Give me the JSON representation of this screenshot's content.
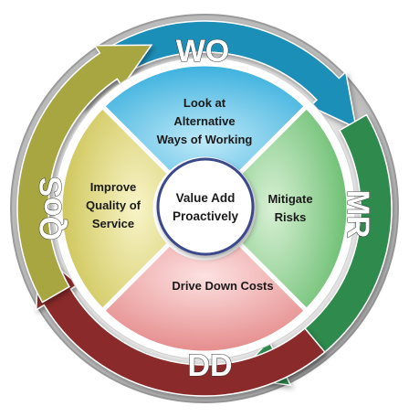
{
  "center": {
    "lines": [
      "Value Add",
      "Proactively"
    ]
  },
  "segments": [
    {
      "id": "top",
      "lines": [
        "Look at",
        "Alternative",
        "Ways of Working"
      ],
      "color": "#4fc1ea"
    },
    {
      "id": "right",
      "lines": [
        "Mitigate",
        "Risks"
      ],
      "color": "#8fd08f"
    },
    {
      "id": "bottom",
      "lines": [
        "Drive Down Costs"
      ],
      "color": "#f2a2a2"
    },
    {
      "id": "left",
      "lines": [
        "Improve",
        "Quality of",
        "Service"
      ],
      "color": "#e6e08a"
    }
  ],
  "arrows": [
    {
      "id": "wo",
      "label": "WO",
      "color": "#1f8fb8"
    },
    {
      "id": "mr",
      "label": "MR",
      "color": "#2e8a4e"
    },
    {
      "id": "dd",
      "label": "DD",
      "color": "#8a2a2a"
    },
    {
      "id": "qos",
      "label": "QoS",
      "color": "#a8a640"
    }
  ]
}
